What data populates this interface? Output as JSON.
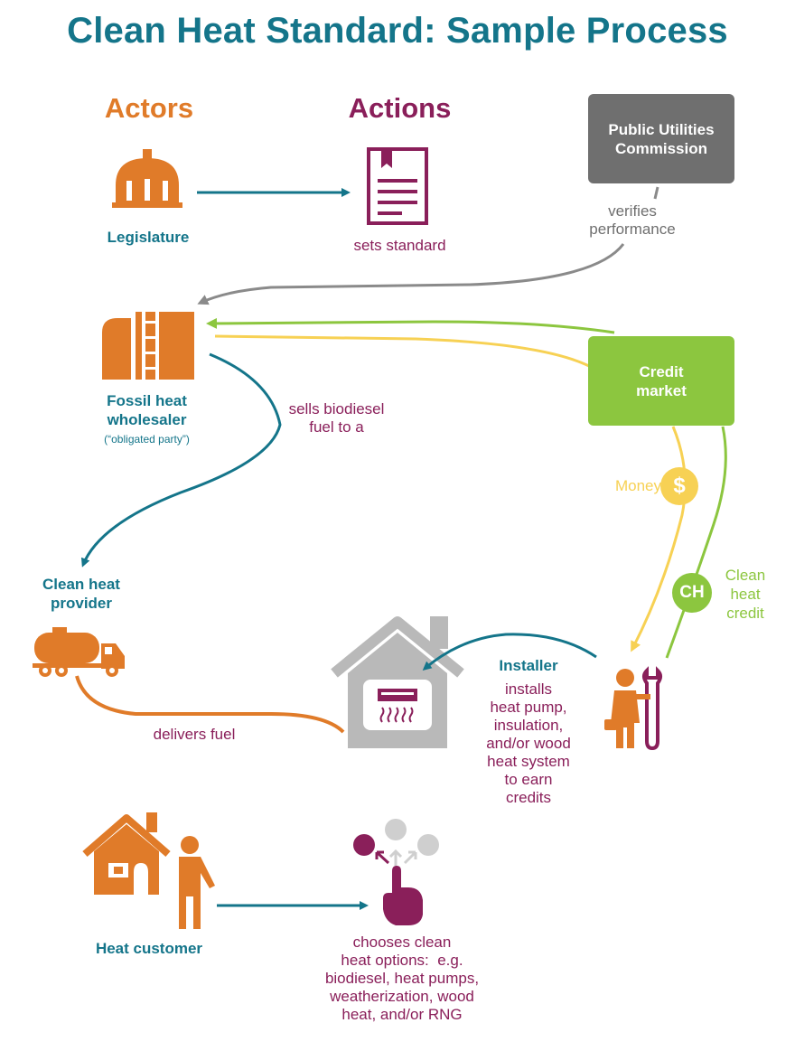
{
  "title": "Clean Heat Standard: Sample Process",
  "headers": {
    "actors": "Actors",
    "actions": "Actions"
  },
  "nodes": {
    "legislature": "Legislature",
    "sets_standard": "sets standard",
    "puc_line1": "Public Utilities",
    "puc_line2": "Commission",
    "verifies_line1": "verifies",
    "verifies_line2": "performance",
    "wholesaler_line1": "Fossil heat",
    "wholesaler_line2": "wholesaler",
    "wholesaler_note": "(“obligated party”)",
    "sells_line1": "sells biodiesel",
    "sells_line2": "fuel to a",
    "credit_line1": "Credit",
    "credit_line2": "market",
    "money": "Money",
    "money_symbol": "$",
    "ch_symbol": "CH",
    "clean_credit_line1": "Clean",
    "clean_credit_line2": "heat",
    "clean_credit_line3": "credit",
    "provider_line1": "Clean heat",
    "provider_line2": "provider",
    "delivers_fuel": "delivers fuel",
    "installer": "Installer",
    "installs_lines": [
      "installs",
      "heat pump,",
      "insulation,",
      "and/or wood",
      "heat system",
      "to earn",
      "credits"
    ],
    "heat_customer": "Heat customer",
    "chooses_lines": [
      "chooses clean",
      "heat options:  e.g.",
      "biodiesel, heat pumps,",
      "weatherization, wood",
      "heat, and/or RNG"
    ]
  },
  "colors": {
    "teal": "#14758a",
    "orange": "#e07b29",
    "plum": "#8a1f5a",
    "grey": "#6f6f6f",
    "green": "#8cc63f",
    "yellow": "#f7d154"
  }
}
